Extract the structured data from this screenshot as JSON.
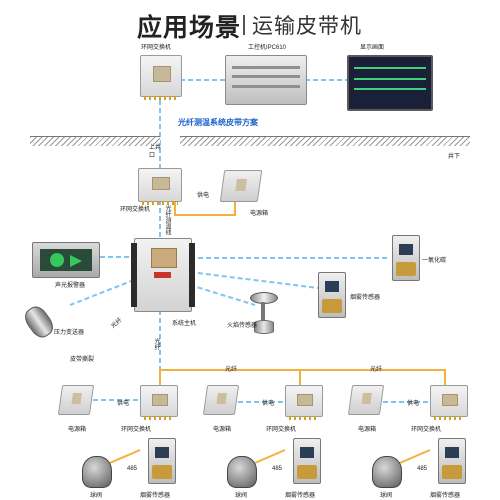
{
  "header": {
    "title": "应用场景",
    "subtitle": "运输皮带机"
  },
  "labels": {
    "switch_top": "环网交换机",
    "ipc": "工控机IPC610",
    "display": "显示画面",
    "scheme": "光纤测温系统皮带方案",
    "shaft_up": "上井",
    "shaft_mouth": "口",
    "underground": "井下",
    "switch_mid": "环网交换机",
    "power_upper": "电源箱",
    "dc": "供电",
    "fiber_cable": "光纤测温线",
    "sound_light": "声光报警器",
    "co": "一氧化碳",
    "smoke": "烟雾传感器",
    "pressure": "压力变送器",
    "fire": "火焰传感器",
    "belt_tear": "皮带撕裂",
    "host": "系统主机",
    "fiber_h": "光纤",
    "fiber_v": "光纤",
    "bus": "485",
    "power_box": "电源箱",
    "ring_switch": "环网交换机",
    "hub": "球阀",
    "smoke_sensor": "烟雾传感器",
    "fiber_a": "光纤",
    "fiber_b": "光纤"
  },
  "colors": {
    "fiber_blue": "#7fc4ee",
    "fiber_orange": "#f2b13c",
    "accent_blue": "#1b63c9"
  }
}
